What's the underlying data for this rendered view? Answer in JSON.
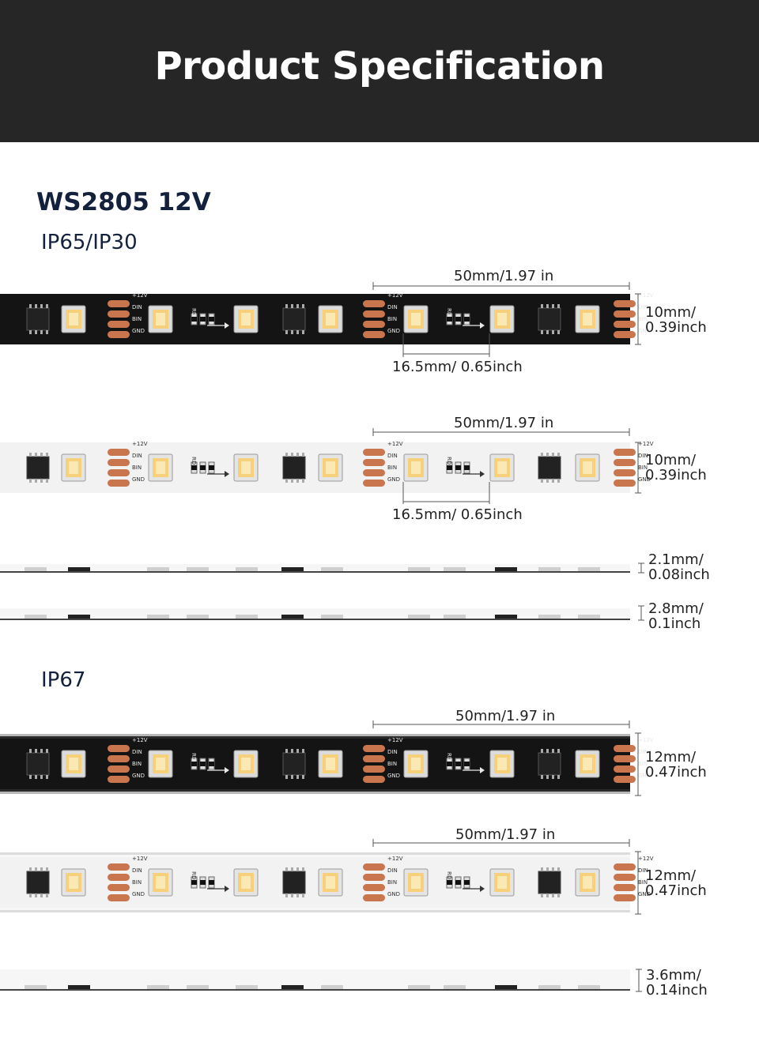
{
  "header": {
    "title": "Product Specification"
  },
  "model": "WS2805 12V",
  "sections": [
    {
      "rating": "IP65/IP30"
    },
    {
      "rating": "IP67"
    }
  ],
  "strips": [
    {
      "variant": "black",
      "seg_length": "50mm/1.97 in",
      "width": "10mm/",
      "width_in": "0.39inch",
      "pitch": "16.5mm/ 0.65inch"
    },
    {
      "variant": "white",
      "seg_length": "50mm/1.97 in",
      "width": "10mm/",
      "width_in": "0.39inch",
      "pitch": "16.5mm/ 0.65inch"
    },
    {
      "variant": "black-ip67",
      "seg_length": "50mm/1.97 in",
      "width": "12mm/",
      "width_in": "0.47inch"
    },
    {
      "variant": "white-ip67",
      "seg_length": "50mm/1.97 in",
      "width": "12mm/",
      "width_in": "0.47inch"
    }
  ],
  "thickness": [
    {
      "value": "2.1mm/",
      "value_in": "0.08inch"
    },
    {
      "value": "2.8mm/",
      "value_in": "0.1inch"
    },
    {
      "value": "3.6mm/",
      "value_in": "0.14inch"
    }
  ],
  "pad_labels": {
    "v": "+12V",
    "din": "DIN",
    "bin": "BIN",
    "gnd": "GND",
    "ro": "RO",
    "bo": "BO",
    "do": "DO",
    "rr": "RR",
    "rb": "RB",
    "rd": "RD"
  },
  "colors": {
    "header_bg": "#262626",
    "title": "#ffffff",
    "navy": "#14213d",
    "pad": "#c9764f",
    "pcb_black": "#141414",
    "pcb_white": "#f2f2f2",
    "led_warm": "#f6d07a"
  }
}
